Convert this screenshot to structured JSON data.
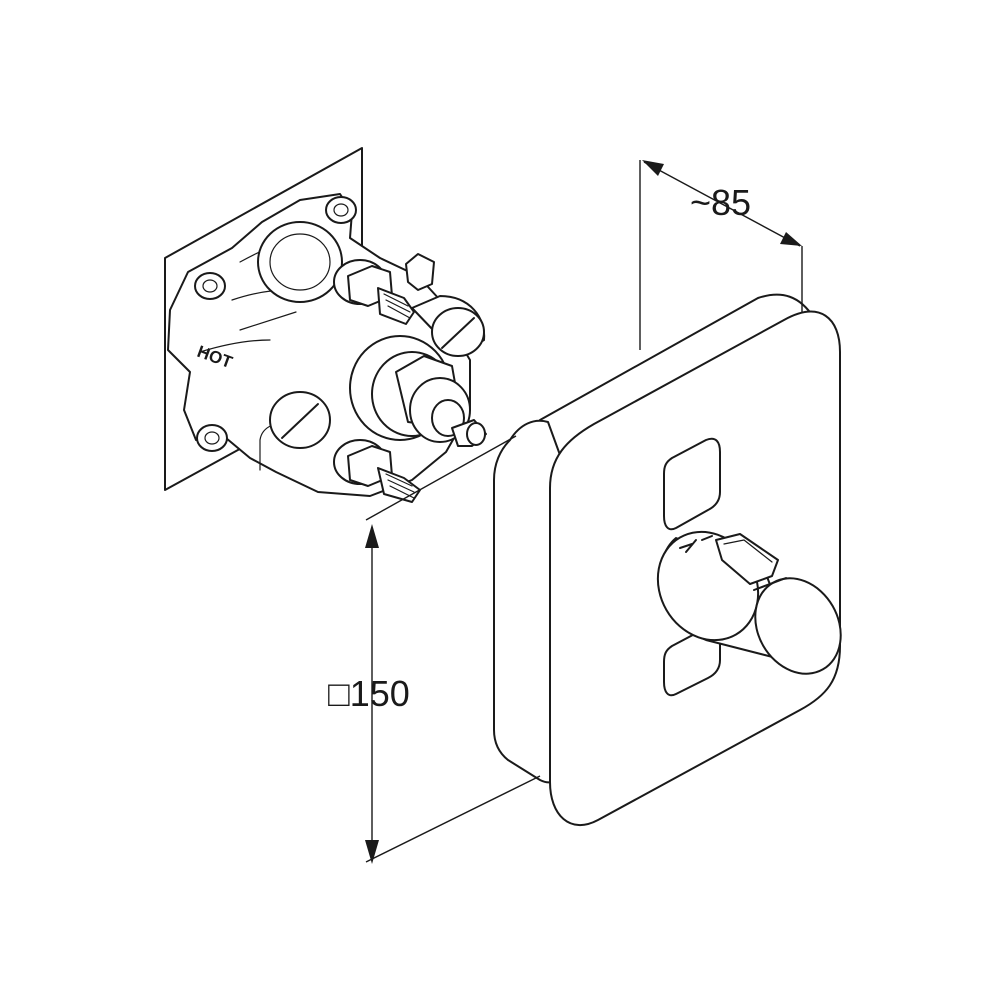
{
  "dimensions": {
    "depth_label": "~85",
    "size_label": "□150"
  },
  "body_marking": "HOT"
}
